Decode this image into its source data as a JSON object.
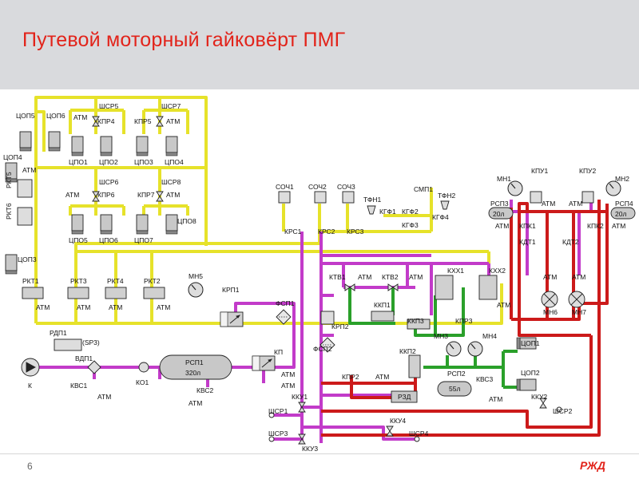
{
  "title": "Путевой моторный гайковёрт ПМГ",
  "page_number": "6",
  "logo_text": "РЖД",
  "colors": {
    "yellow": "#e6e22a",
    "magenta": "#c23bc9",
    "red": "#cc1a1a",
    "green": "#2aa02a",
    "component_fill": "#c8c8c8",
    "stroke": "#222222",
    "title_color": "#e2231a"
  },
  "labels": {
    "cop5": "ЦОП5",
    "cop6": "ЦОП6",
    "cop4": "ЦОП4",
    "cop3": "ЦОП3",
    "atm": "АТМ",
    "shsr5": "ШСР5",
    "kpr4": "КПР4",
    "cpo1": "ЦПО1",
    "cpo2": "ЦПО2",
    "shsr7": "ШСР7",
    "kpr5": "КПР5",
    "cpo3": "ЦПО3",
    "cpo4": "ЦПО4",
    "shsr6": "ШСР6",
    "kpr6": "КПР6",
    "cpo5": "ЦПО5",
    "cpo6": "ЦПО6",
    "shsr8": "ШСР8",
    "kpr7": "КПР7",
    "cpo7": "ЦПО7",
    "cpo8": "ЦПО8",
    "rkt5": "РКТ5",
    "rkt6": "РКТ6",
    "rkt1": "РКТ1",
    "rkt3": "РКТ3",
    "rkt4": "РКТ4",
    "rkt2": "РКТ2",
    "soch1": "СОЧ1",
    "soch2": "СОЧ2",
    "soch3": "СОЧ3",
    "smp1": "СМП1",
    "krs1": "КРС1",
    "krs2": "КРС2",
    "krs3": "КРС3",
    "tfn1": "ТФН1",
    "tfn2": "ТФН2",
    "kgf1": "КГФ1",
    "kgf2": "КГФ2",
    "kgf3": "КГФ3",
    "kgf4": "КГФ4",
    "mn1": "МН1",
    "mn2": "МН2",
    "mn3": "МН3",
    "mn4": "МН4",
    "mn5": "МН5",
    "mn6": "МН6",
    "mn7": "МН7",
    "kpu1": "КПУ1",
    "kpu2": "КПУ2",
    "rsp3": "РСП3",
    "rsp4": "РСП4",
    "l20": "20л",
    "kpk1": "КПК1",
    "kpk2": "КПК2",
    "kdt1": "КДТ1",
    "kdt2": "КДТ2",
    "krp1": "КРП1",
    "fsp1": "ФСП1",
    "krp2": "КРП2",
    "fsp2": "ФСП2",
    "ktv1": "КТВ1",
    "ktv2": "КТВ2",
    "kxx1": "КХХ1",
    "kxx2": "КХХ2",
    "kkp1": "ККП1",
    "kkp3": "ККП3",
    "kkp2": "ККП2",
    "kpr3": "КПР3",
    "kpr2": "КПР2",
    "cop1": "ЦОП1",
    "cop2": "ЦОП2",
    "rdp1": "РДП1",
    "sp3": "(SP3)",
    "vdp1": "ВДП1",
    "k": "К",
    "kvs1": "КВС1",
    "ko1": "КО1",
    "rsp1": "РСП1",
    "l320": "320л",
    "kvs2": "КВС2",
    "kp": "КП",
    "rsp2": "РСП2",
    "l55": "55л",
    "kvs3": "КВС3",
    "rzd": "РЗД",
    "kku1": "ККУ1",
    "kku2": "ККУ2",
    "kku3": "ККУ3",
    "kku4": "ККУ4",
    "shsr1": "ШСР1",
    "shsr2": "ШСР2",
    "shsr3": "ШСР3",
    "shsr4": "ШСР4"
  }
}
